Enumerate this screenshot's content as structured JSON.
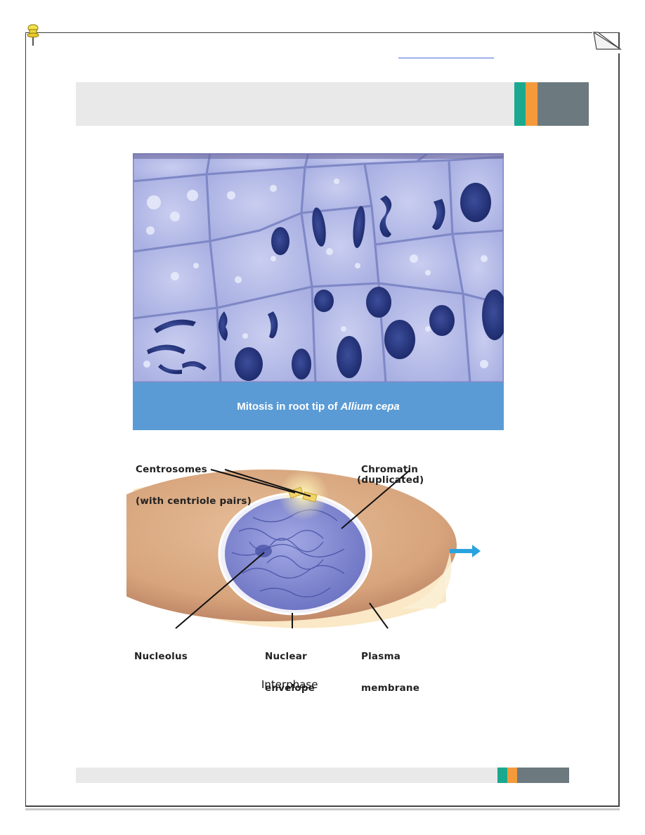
{
  "micrograph": {
    "caption_prefix": "Mitosis in root tip of",
    "caption_italic": "Allium cepa"
  },
  "diagram": {
    "labels": {
      "centrosomes_line1": "Centrosomes",
      "centrosomes_line2": "(with centriole pairs)",
      "chromatin_line1": "Chromatin",
      "chromatin_line2": "(duplicated)",
      "nucleolus": "Nucleolus",
      "nuclear_line1": "Nuclear",
      "nuclear_line2": "envelope",
      "plasma_line1": "Plasma",
      "plasma_line2": "membrane"
    },
    "arrow_color": "#29a3e0"
  },
  "caption": "Interphase",
  "colors": {
    "accent_teal": "#1aa98f",
    "accent_orange": "#f59a3a",
    "accent_gray": "#6c7a80",
    "caption_box": "#5b9bd5"
  }
}
